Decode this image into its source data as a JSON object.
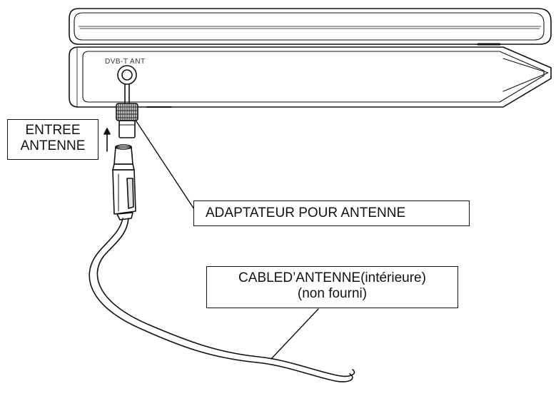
{
  "device": {
    "port_label": "DVB-T ANT"
  },
  "labels": {
    "entree_line1": "ENTREE",
    "entree_line2": "ANTENNE",
    "adaptateur": "ADAPTATEUR POUR ANTENNE",
    "cable_line1": "CABLED’ANTENNE(intérieure)",
    "cable_line2": "(non fourni)"
  },
  "colors": {
    "stroke": "#111111",
    "background": "#ffffff"
  }
}
